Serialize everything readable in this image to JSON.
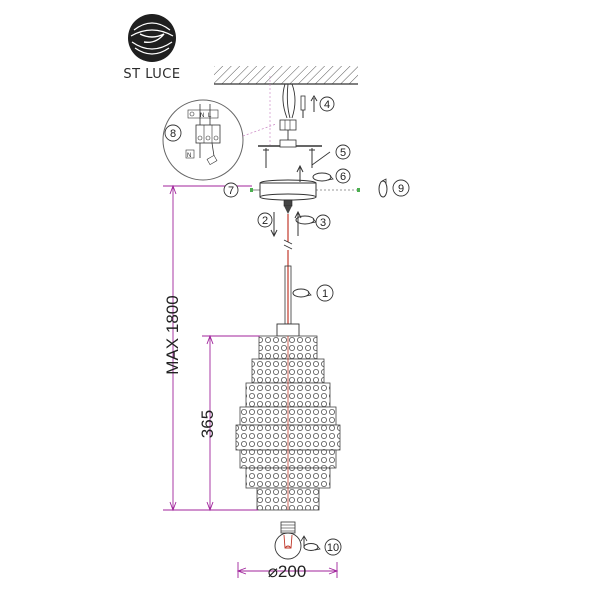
{
  "brand": {
    "name": "ST LUCE"
  },
  "dimensions": {
    "max_height": "MAX 1800",
    "shade_height": "365",
    "diameter": "⌀200"
  },
  "callouts": [
    "1",
    "2",
    "3",
    "4",
    "5",
    "6",
    "7",
    "8",
    "9",
    "10"
  ],
  "terminal_labels": {
    "n": "N",
    "l": "L",
    "n_bottom": "N"
  },
  "colors": {
    "dimension": "#a0239b",
    "cord": "#c0392b",
    "line": "#333333"
  }
}
